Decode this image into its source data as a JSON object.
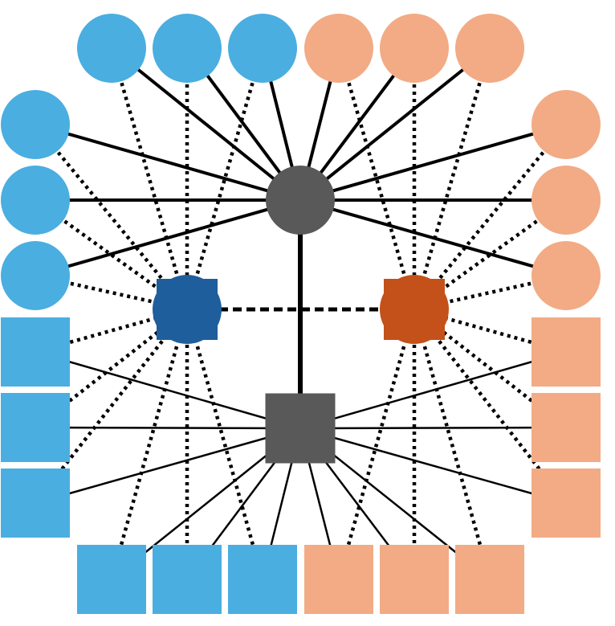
{
  "diagram": {
    "type": "network-graph",
    "colors": {
      "blue_light": "#4AAEE0",
      "blue_dark": "#1F5E9C",
      "orange_light": "#F2AB85",
      "orange_dark": "#C4511A",
      "hub_gray": "#595959",
      "edge": "#000000",
      "background": "#FFFFFF"
    },
    "hubs": [
      {
        "id": "hub-circle",
        "shape": "circle",
        "color": "hub_gray"
      },
      {
        "id": "hub-square",
        "shape": "square",
        "color": "hub_gray"
      },
      {
        "id": "hub-blue",
        "shape": "circle-square",
        "color": "blue_dark"
      },
      {
        "id": "hub-orange",
        "shape": "circle-square",
        "color": "orange_dark"
      }
    ],
    "node_groups": [
      {
        "group": "blue-circle",
        "shape": "circle",
        "color": "blue_light",
        "count": 6
      },
      {
        "group": "orange-circle",
        "shape": "circle",
        "color": "orange_light",
        "count": 6
      },
      {
        "group": "blue-square",
        "shape": "square",
        "color": "blue_light",
        "count": 6
      },
      {
        "group": "orange-square",
        "shape": "square",
        "color": "orange_light",
        "count": 6
      }
    ],
    "edge_styles": {
      "circle_to_hub_circle": "solid-thick",
      "square_to_hub_square": "solid-thin",
      "node_to_colored_hub": "dotted",
      "hub_circle_to_hub_square": "solid-thick",
      "hub_blue_to_hub_orange": "dashed"
    }
  }
}
